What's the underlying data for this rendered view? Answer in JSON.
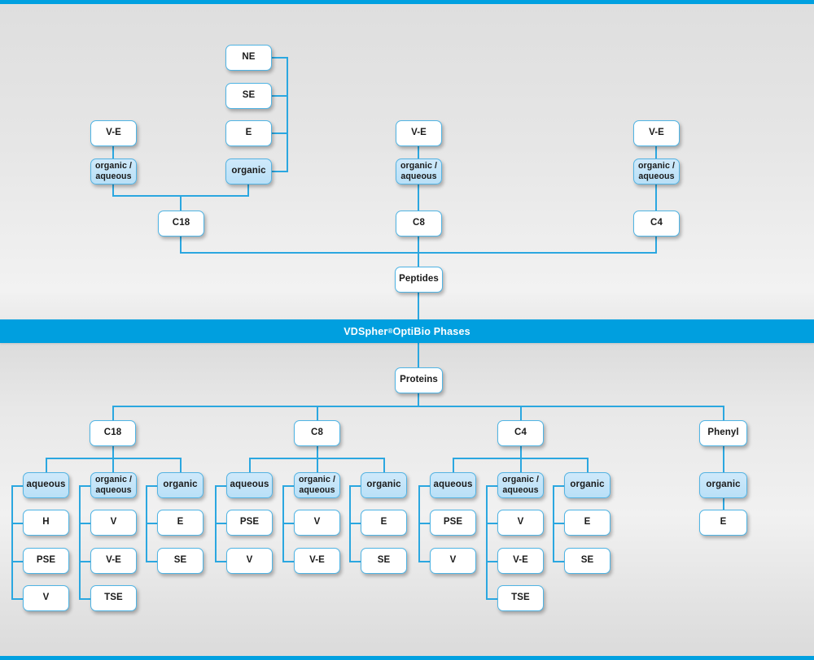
{
  "banner": {
    "text_before": "VDSpher",
    "registered_mark": "®",
    "text_after": " OptiBio Phases"
  },
  "peptides": {
    "root_label": "Peptides",
    "columns": [
      {
        "sorbent": "C18",
        "modes": [
          {
            "mode": "organic /\naqueous",
            "mode_line1": "organic /",
            "mode_line2": "aqueous",
            "items": [
              "V-E"
            ]
          },
          {
            "mode": "organic",
            "items": [
              "NE",
              "SE",
              "E"
            ]
          }
        ]
      },
      {
        "sorbent": "C8",
        "modes": [
          {
            "mode": "organic /\naqueous",
            "mode_line1": "organic /",
            "mode_line2": "aqueous",
            "items": [
              "V-E"
            ]
          }
        ]
      },
      {
        "sorbent": "C4",
        "modes": [
          {
            "mode": "organic /\naqueous",
            "mode_line1": "organic /",
            "mode_line2": "aqueous",
            "items": [
              "V-E"
            ]
          }
        ]
      }
    ]
  },
  "proteins": {
    "root_label": "Proteins",
    "columns": [
      {
        "sorbent": "C18",
        "modes": [
          {
            "mode": "aqueous",
            "items": [
              "H",
              "PSE",
              "V"
            ]
          },
          {
            "mode_line1": "organic /",
            "mode_line2": "aqueous",
            "items": [
              "V",
              "V-E",
              "TSE"
            ]
          },
          {
            "mode": "organic",
            "items": [
              "E",
              "SE"
            ]
          }
        ]
      },
      {
        "sorbent": "C8",
        "modes": [
          {
            "mode": "aqueous",
            "items": [
              "PSE",
              "V"
            ]
          },
          {
            "mode_line1": "organic /",
            "mode_line2": "aqueous",
            "items": [
              "V",
              "V-E"
            ]
          },
          {
            "mode": "organic",
            "items": [
              "E",
              "SE"
            ]
          }
        ]
      },
      {
        "sorbent": "C4",
        "modes": [
          {
            "mode": "aqueous",
            "items": [
              "PSE",
              "V"
            ]
          },
          {
            "mode_line1": "organic /",
            "mode_line2": "aqueous",
            "items": [
              "V",
              "V-E",
              "TSE"
            ]
          },
          {
            "mode": "organic",
            "items": [
              "E",
              "SE"
            ]
          }
        ]
      },
      {
        "sorbent": "Phenyl",
        "modes": [
          {
            "mode": "organic",
            "items": [
              "E"
            ]
          }
        ]
      }
    ]
  },
  "colors": {
    "accent": "#009fdf",
    "line": "#2ba7e0",
    "node_border": "#4fb4e4",
    "node_fill_highlight": "#b9e0f7",
    "node_fill_plain": "#ffffff",
    "page_background": "#dcdcdc"
  }
}
